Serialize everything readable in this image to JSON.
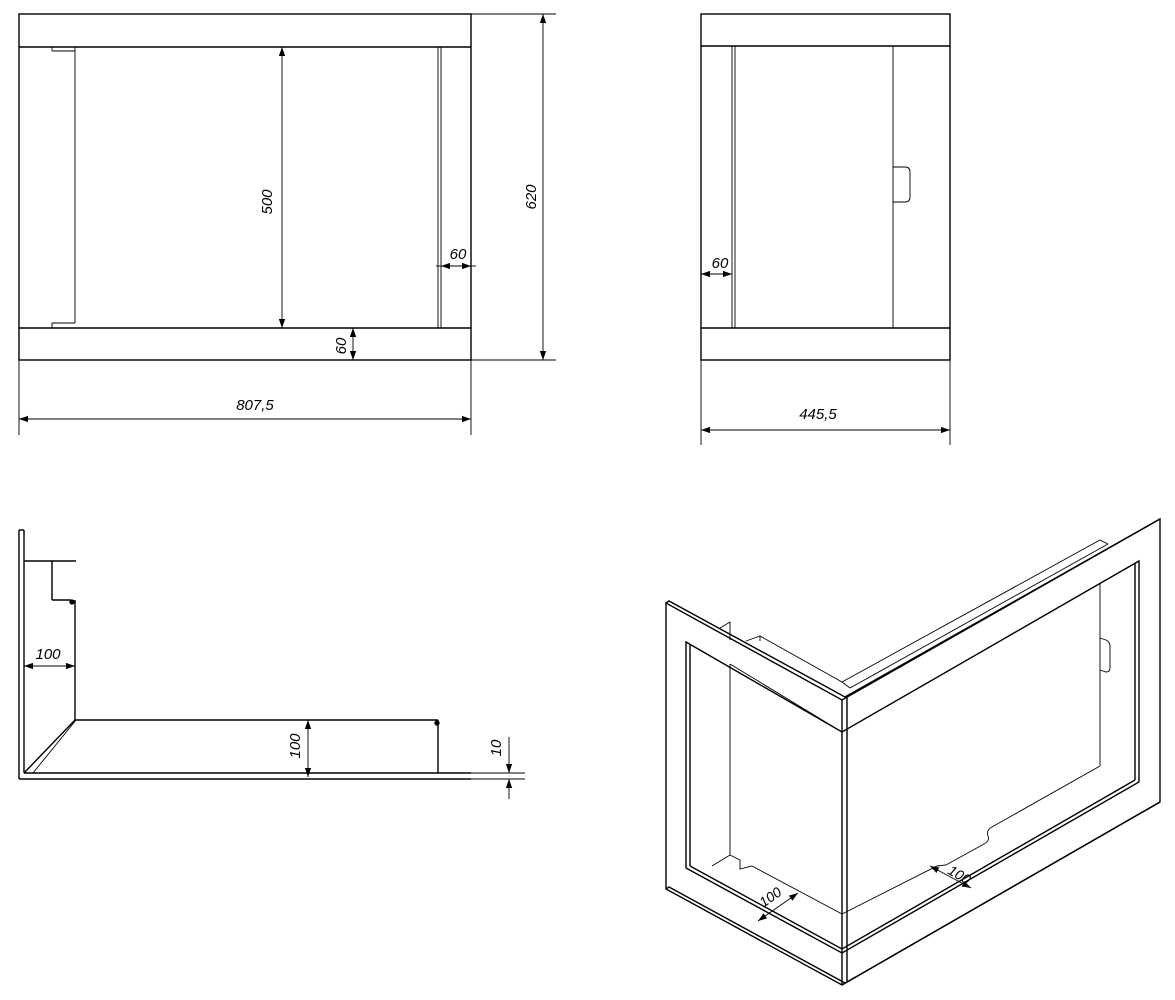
{
  "front_view": {
    "dimensions": {
      "inner_height": "500",
      "total_height": "620",
      "side_frame": "60",
      "bottom_frame": "60",
      "total_width": "807,5"
    }
  },
  "side_view": {
    "dimensions": {
      "side_frame": "60",
      "total_width": "445,5"
    }
  },
  "section_view": {
    "dimensions": {
      "return_depth": "100",
      "bottom_depth": "100",
      "thickness": "10"
    }
  },
  "isometric_view": {
    "dimensions": {
      "left_depth": "100",
      "right_depth": "100"
    }
  }
}
